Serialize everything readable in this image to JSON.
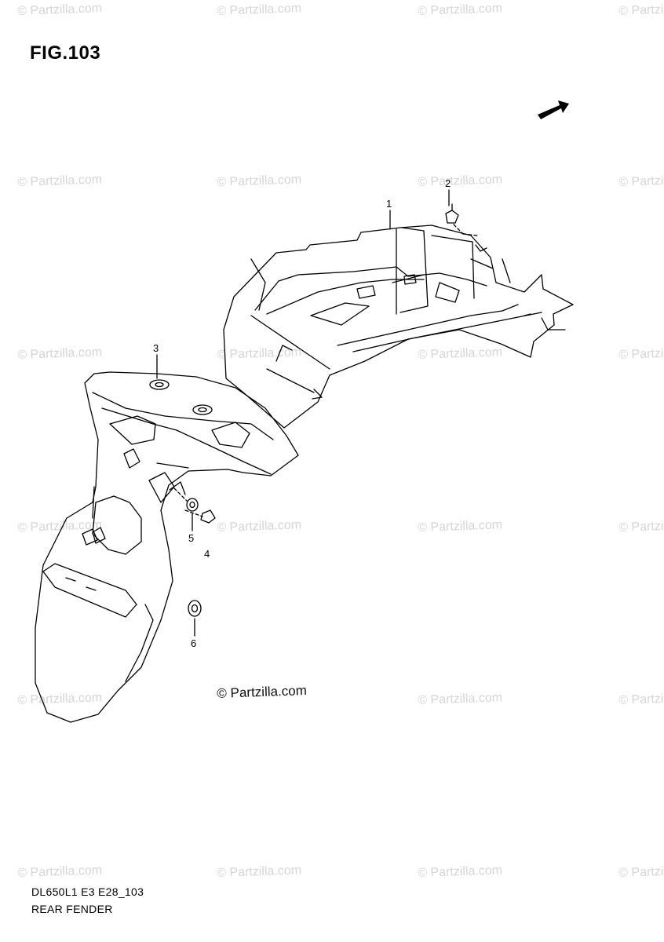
{
  "figure": {
    "title": "FIG.103"
  },
  "watermark": {
    "text": "© Partzilla.com"
  },
  "fwd_label": "FWD",
  "parts": [
    {
      "no": "1"
    },
    {
      "no": "2"
    },
    {
      "no": "3"
    },
    {
      "no": "4"
    },
    {
      "no": "5"
    },
    {
      "no": "6"
    }
  ],
  "footer": {
    "model_code": "DL650L1 E3 E28_103",
    "caption": "REAR FENDER"
  }
}
